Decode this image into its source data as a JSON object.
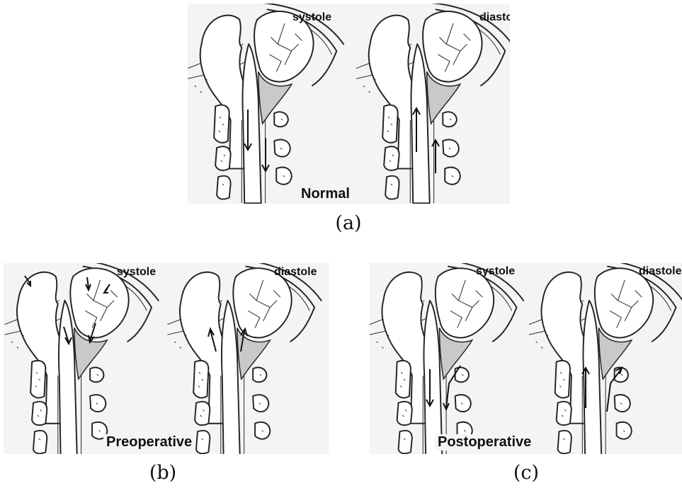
{
  "panel_a": {
    "left_label": "systole",
    "right_label": "diastole",
    "condition_label": "Normal",
    "caption": "(a)"
  },
  "panel_b": {
    "left_label": "systole",
    "right_label": "diastole",
    "condition_label": "Preoperative",
    "caption": "(b)"
  },
  "panel_c": {
    "left_label": "systole",
    "right_label": "diastole",
    "condition_label": "Postoperative",
    "caption": "(c)"
  }
}
